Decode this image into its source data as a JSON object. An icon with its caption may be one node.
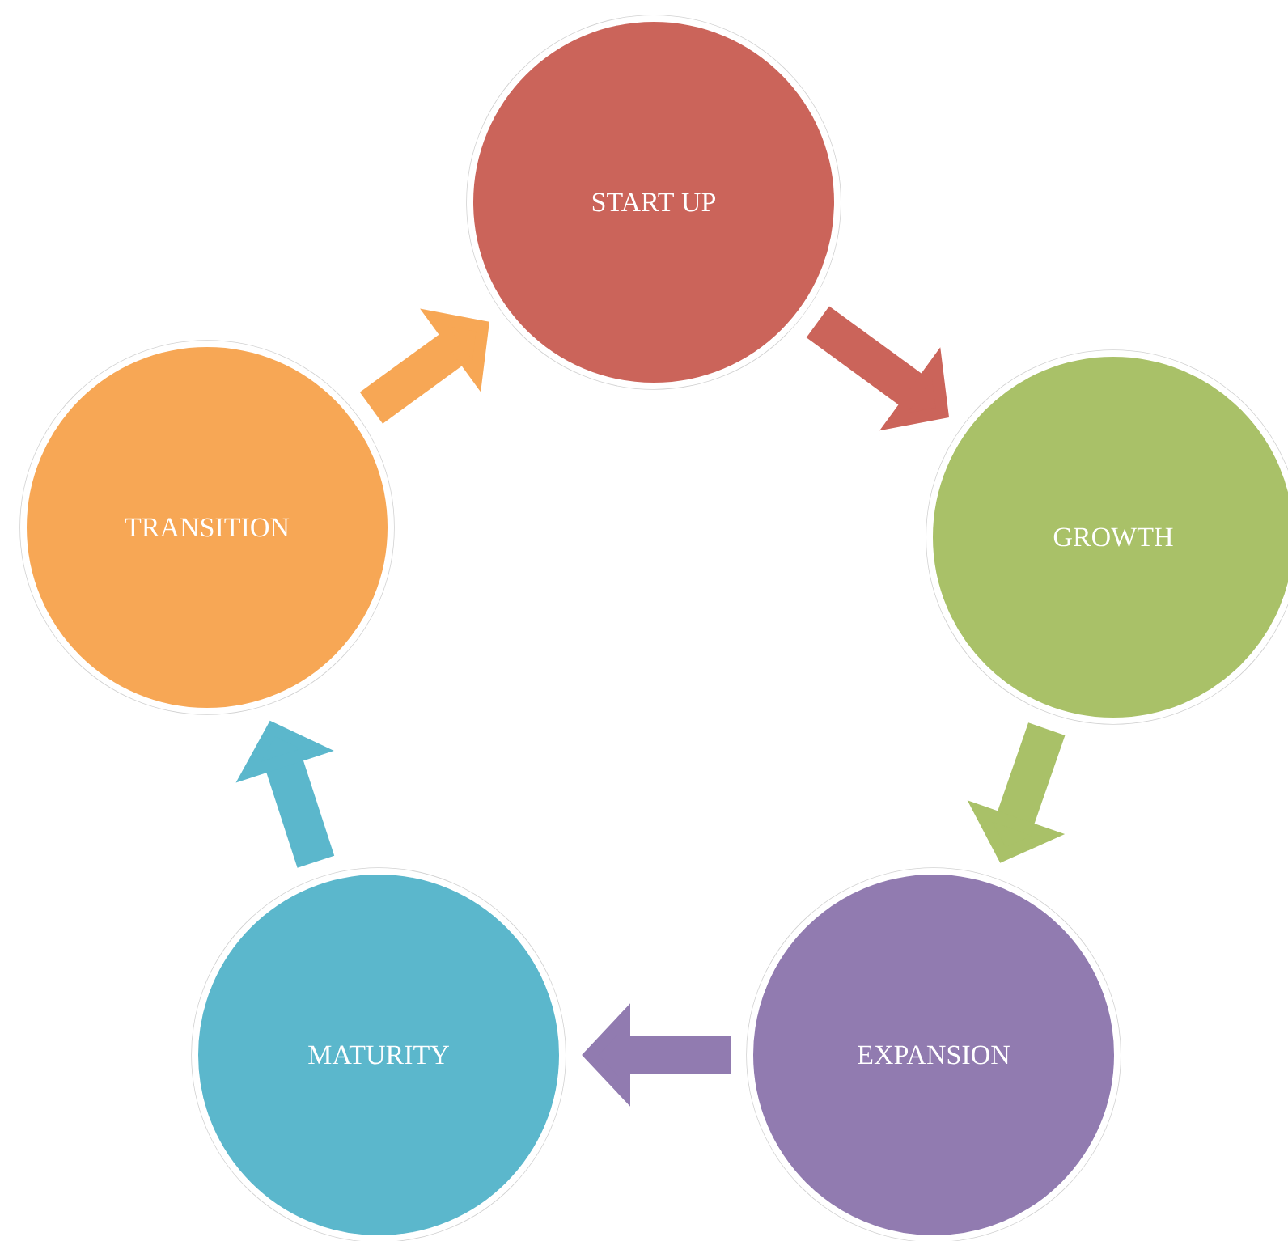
{
  "diagram": {
    "nodes": [
      {
        "text": [
          "START UP"
        ]
      },
      {
        "text": [
          "GROWTH"
        ]
      },
      {
        "text": [
          "EXPANSION"
        ]
      },
      {
        "text": [
          "MATURITY"
        ]
      },
      {
        "text": [
          "TRANSITION"
        ]
      }
    ],
    "edges": [
      {
        "from": 0,
        "to": 1,
        "arrow": "to",
        "color": "#cb645a"
      },
      {
        "from": 1,
        "to": 2,
        "arrow": "to",
        "color": "#a9c168"
      },
      {
        "from": 2,
        "to": 3,
        "arrow": "to",
        "color": "#917bb0"
      },
      {
        "from": 3,
        "to": 4,
        "arrow": "to",
        "color": "#5bb7cc"
      },
      {
        "from": 4,
        "to": 0,
        "arrow": "to",
        "color": "#f7a755"
      }
    ]
  }
}
